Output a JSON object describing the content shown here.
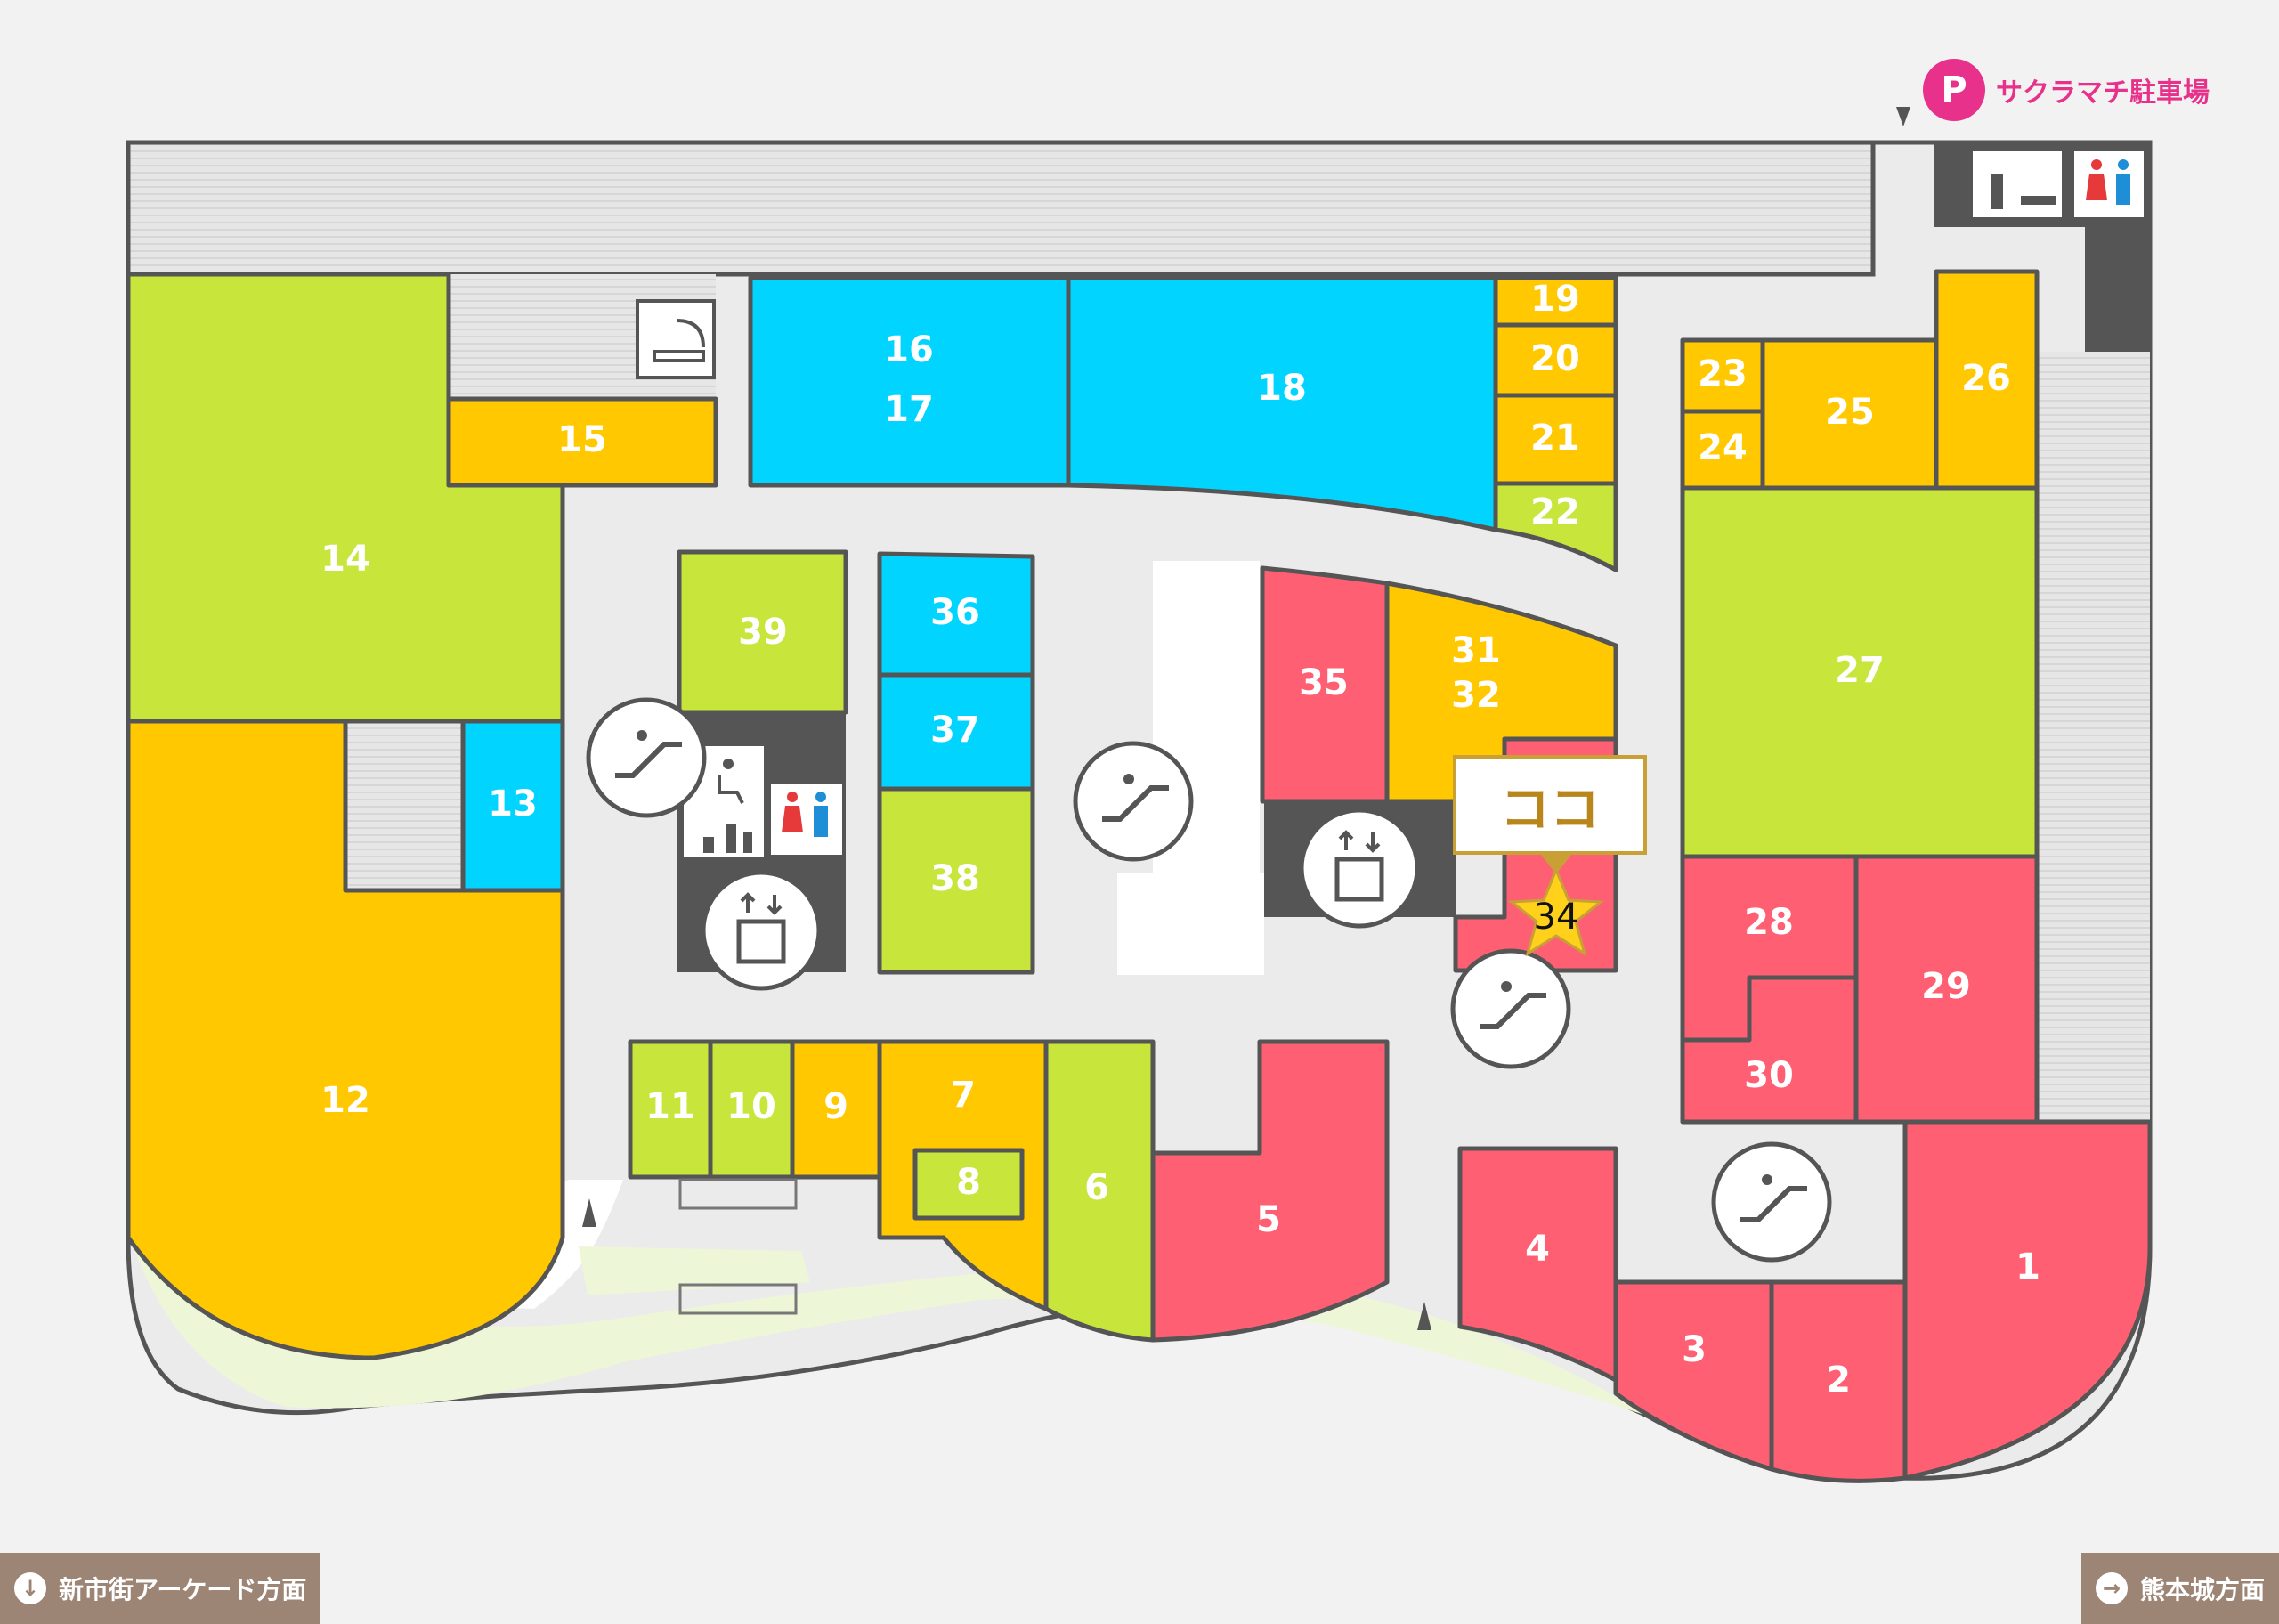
{
  "parking": {
    "icon": "P",
    "label": "サクラマチ駐車場"
  },
  "buttons": {
    "arcade": {
      "icon": "arrow-down-icon",
      "label": "新市街アーケード方面"
    },
    "castle": {
      "icon": "arrow-right-icon",
      "label": "熊本城方面"
    }
  },
  "current_location": {
    "label": "ココ",
    "shop": "34"
  },
  "colors": {
    "green": "#c7e53b",
    "orange": "#ffc800",
    "blue": "#00d4ff",
    "pink": "#ff5f72",
    "dark": "#555555",
    "corridor": "#ebebeb",
    "grass": "#eef6d8",
    "brand_pink": "#e8318a",
    "button_brown": "#9d8575",
    "gold": "#b8861b"
  },
  "shops": [
    {
      "id": "shop-1",
      "label": "1",
      "color": "pink"
    },
    {
      "id": "shop-2",
      "label": "2",
      "color": "pink"
    },
    {
      "id": "shop-3",
      "label": "3",
      "color": "pink"
    },
    {
      "id": "shop-4",
      "label": "4",
      "color": "pink"
    },
    {
      "id": "shop-5",
      "label": "5",
      "color": "pink"
    },
    {
      "id": "shop-6",
      "label": "6",
      "color": "green"
    },
    {
      "id": "shop-7",
      "label": "7",
      "color": "orange"
    },
    {
      "id": "shop-8",
      "label": "8",
      "color": "green"
    },
    {
      "id": "shop-9",
      "label": "9",
      "color": "orange"
    },
    {
      "id": "shop-10",
      "label": "10",
      "color": "green"
    },
    {
      "id": "shop-11",
      "label": "11",
      "color": "green"
    },
    {
      "id": "shop-12",
      "label": "12",
      "color": "orange"
    },
    {
      "id": "shop-13",
      "label": "13",
      "color": "blue"
    },
    {
      "id": "shop-14",
      "label": "14",
      "color": "green"
    },
    {
      "id": "shop-15",
      "label": "15",
      "color": "orange"
    },
    {
      "id": "shop-16-17",
      "label": "16",
      "label2": "17",
      "color": "blue"
    },
    {
      "id": "shop-18",
      "label": "18",
      "color": "blue"
    },
    {
      "id": "shop-19",
      "label": "19",
      "color": "orange"
    },
    {
      "id": "shop-20",
      "label": "20",
      "color": "orange"
    },
    {
      "id": "shop-21",
      "label": "21",
      "color": "orange"
    },
    {
      "id": "shop-22",
      "label": "22",
      "color": "green"
    },
    {
      "id": "shop-23",
      "label": "23",
      "color": "orange"
    },
    {
      "id": "shop-24",
      "label": "24",
      "color": "orange"
    },
    {
      "id": "shop-25",
      "label": "25",
      "color": "orange"
    },
    {
      "id": "shop-26",
      "label": "26",
      "color": "orange"
    },
    {
      "id": "shop-27",
      "label": "27",
      "color": "green"
    },
    {
      "id": "shop-28",
      "label": "28",
      "color": "pink"
    },
    {
      "id": "shop-29",
      "label": "29",
      "color": "pink"
    },
    {
      "id": "shop-30",
      "label": "30",
      "color": "pink"
    },
    {
      "id": "shop-31-32",
      "label": "31",
      "label2": "32",
      "color": "orange"
    },
    {
      "id": "shop-34",
      "label": "34",
      "color": "pink"
    },
    {
      "id": "shop-35",
      "label": "35",
      "color": "pink"
    },
    {
      "id": "shop-36",
      "label": "36",
      "color": "blue"
    },
    {
      "id": "shop-37",
      "label": "37",
      "color": "blue"
    },
    {
      "id": "shop-38",
      "label": "38",
      "color": "green"
    },
    {
      "id": "shop-39",
      "label": "39",
      "color": "green"
    }
  ]
}
